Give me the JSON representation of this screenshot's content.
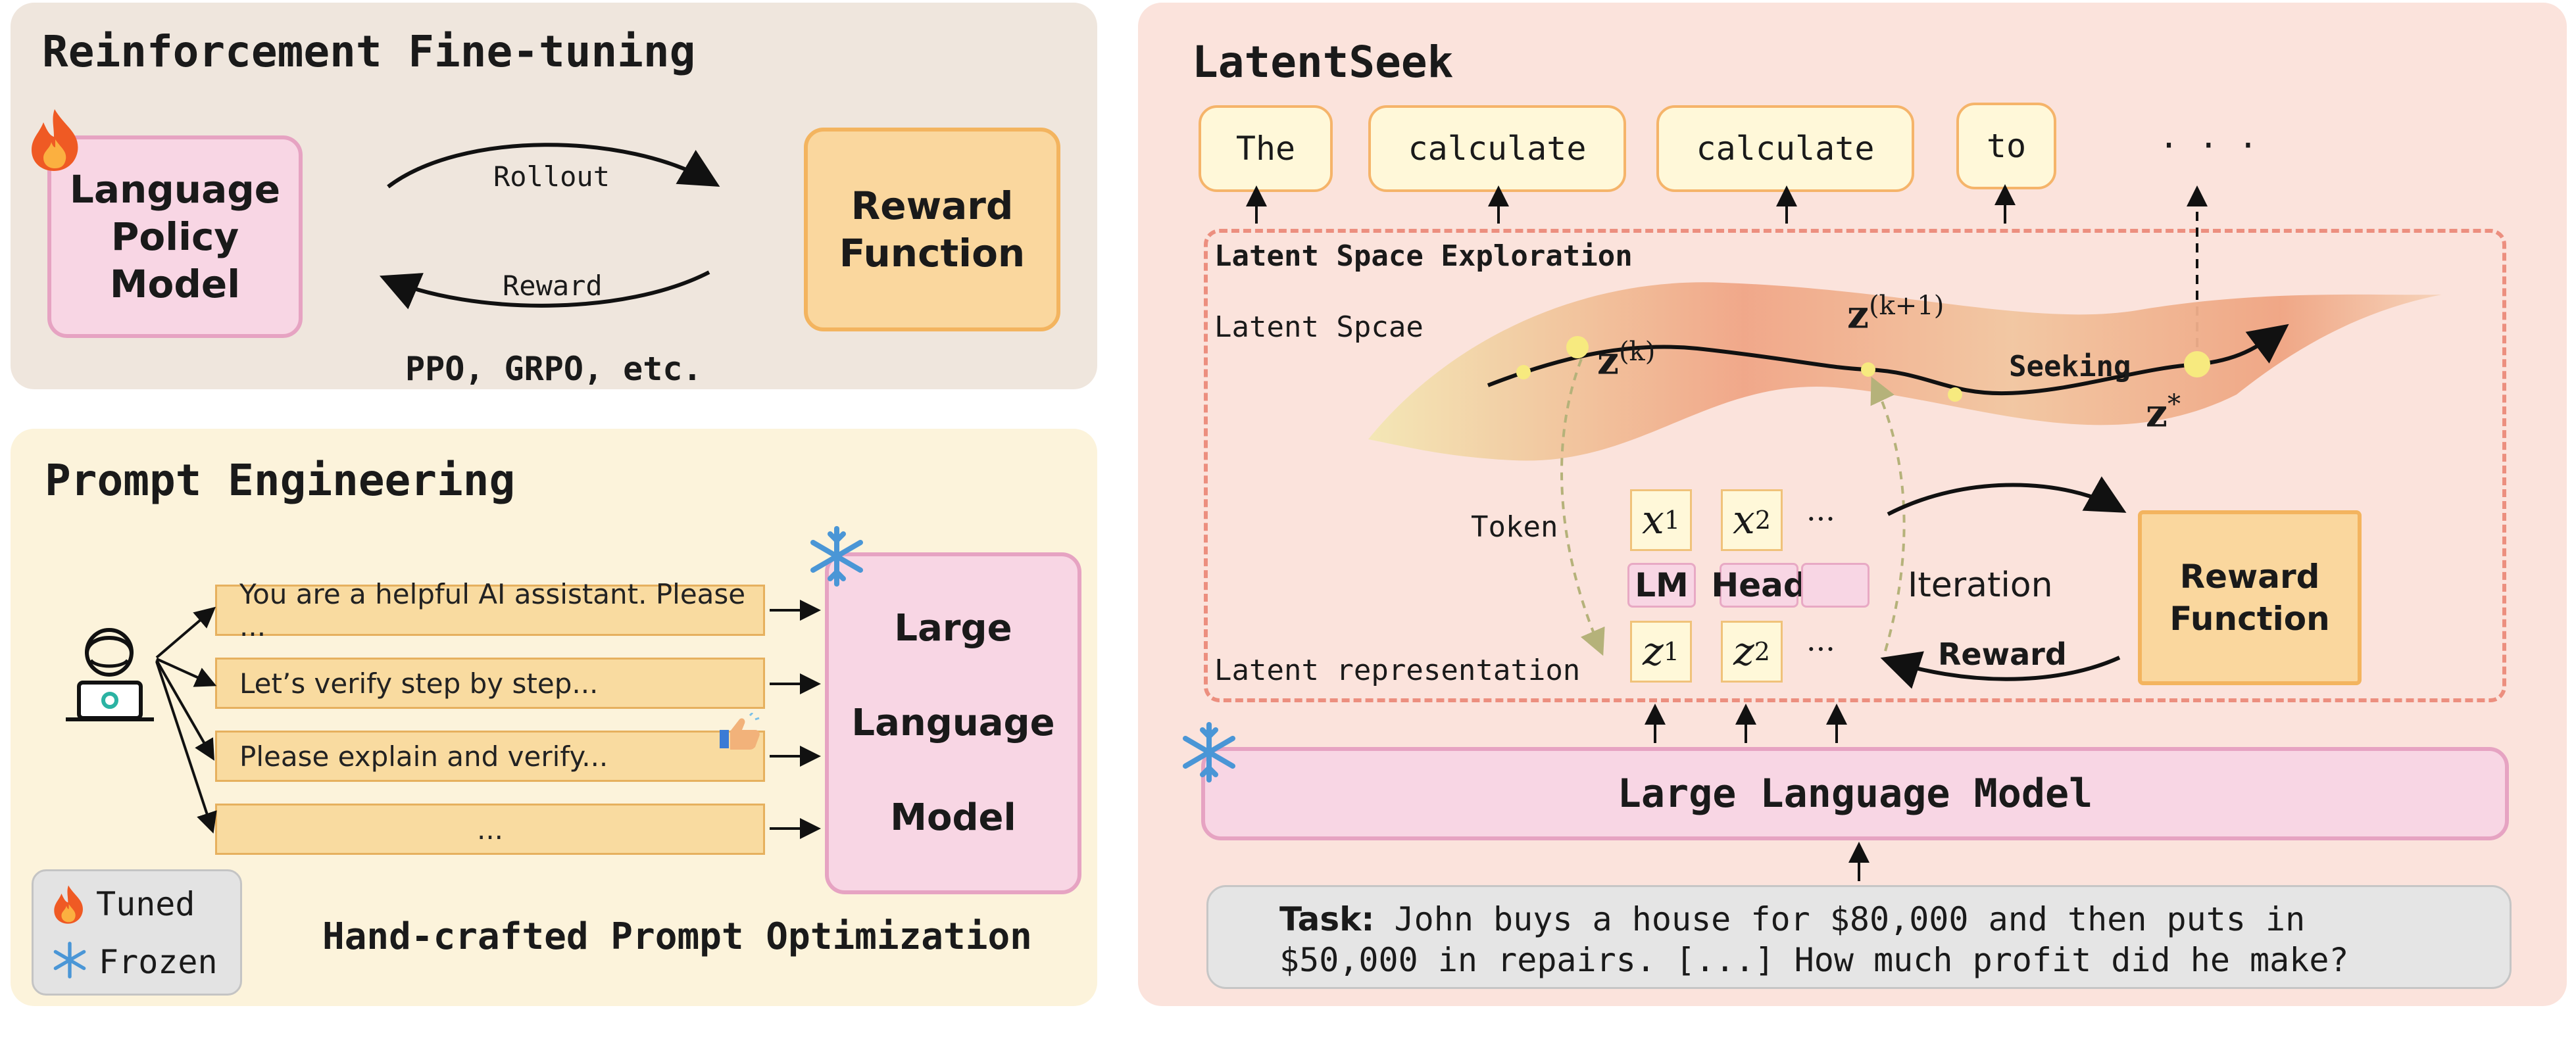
{
  "rft": {
    "title": "Reinforcement Fine-tuning",
    "policy_model": [
      "Language",
      "Policy",
      "Model"
    ],
    "rollout_label": "Rollout",
    "reward_label": "Reward",
    "reward_function": [
      "Reward",
      "Function"
    ],
    "methods": "PPO, GRPO, etc."
  },
  "pe": {
    "title": "Prompt Engineering",
    "prompts": [
      "You are a helpful AI assistant. Please ...",
      "Let’s verify step by step...",
      "Please explain and verify...",
      "..."
    ],
    "llm": [
      "Large",
      "Language",
      "Model"
    ],
    "legend_tuned": "Tuned",
    "legend_frozen": "Frozen",
    "caption": "Hand-crafted Prompt Optimization"
  },
  "ls": {
    "title": "LatentSeek",
    "tokens": [
      "The",
      "calculate",
      "calculate",
      "to",
      "· · ·"
    ],
    "exploration_title": "Latent Space Exploration",
    "latent_space_label": "Latent Spcae",
    "z_k": "z",
    "z_k_sup": "(k)",
    "z_k1": "z",
    "z_k1_sup": "(k+1)",
    "z_star": "z",
    "z_star_sup": "*",
    "seeking_label": "Seeking",
    "token_label": "Token",
    "x1": "x",
    "x2": "x",
    "z1": "z",
    "z2": "z",
    "sub1": "1",
    "sub2": "2",
    "ellipsis": "···",
    "lm_label": "LM",
    "head_label": "Head",
    "iteration_label": "Iteration",
    "reward_label": "Reward",
    "reward_function": [
      "Reward",
      "Function"
    ],
    "latent_repr_label": "Latent representation",
    "llm_label": "Large Language Model",
    "task_label": "Task:",
    "task_line1": " John buys a house for $80,000 and then puts in",
    "task_line2": "$50,000 in repairs. [...] How much profit did he make?"
  },
  "colors": {
    "rft_bg": "#efe6dd",
    "pe_bg": "#fcf3db",
    "ls_bg": "#fbe3dc",
    "pink_box": "#f8d6e4",
    "orange_box": "#fad79e",
    "dashed": "#ec8f7f"
  }
}
